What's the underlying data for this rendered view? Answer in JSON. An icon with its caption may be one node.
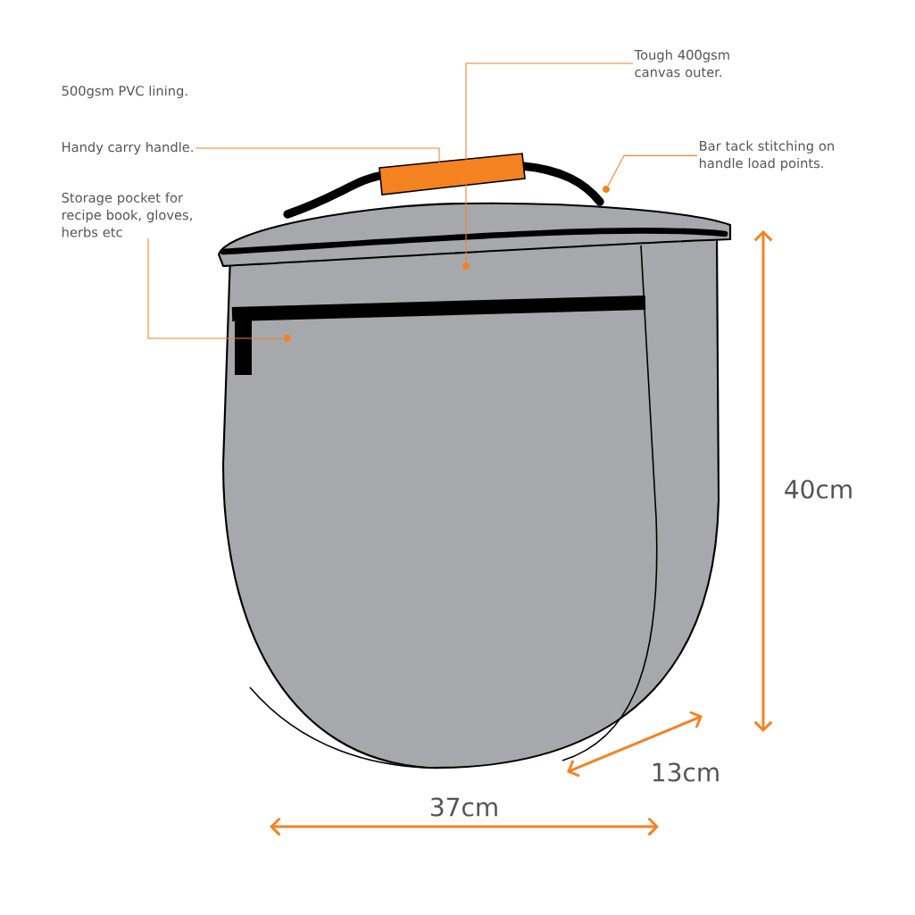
{
  "diagram": {
    "nodes": [
      {
        "text": [
          "Tough 400gsm canvas outer."
        ]
      },
      {
        "text": [
          "Handy carry handle."
        ]
      },
      {
        "text": [
          "Storage pocket for recipe book, gloves, herbs etc"
        ]
      },
      {
        "text": [
          "Bar tack stitching on handle load points."
        ]
      },
      {
        "text": [],
        "shape": "circle"
      },
      {
        "text": [],
        "shape": "circle"
      },
      {
        "text": [],
        "shape": "circle"
      }
    ],
    "edges": [
      {
        "from": 0,
        "to": 4,
        "arrow": "none"
      },
      {
        "from": 1,
        "to": null,
        "arrow": "none"
      },
      {
        "from": 2,
        "to": 5,
        "arrow": "none"
      },
      {
        "from": 3,
        "to": 6,
        "arrow": "none"
      }
    ],
    "labels": [
      "500gsm PVC lining.",
      "40cm",
      "13cm",
      "37cm"
    ]
  }
}
